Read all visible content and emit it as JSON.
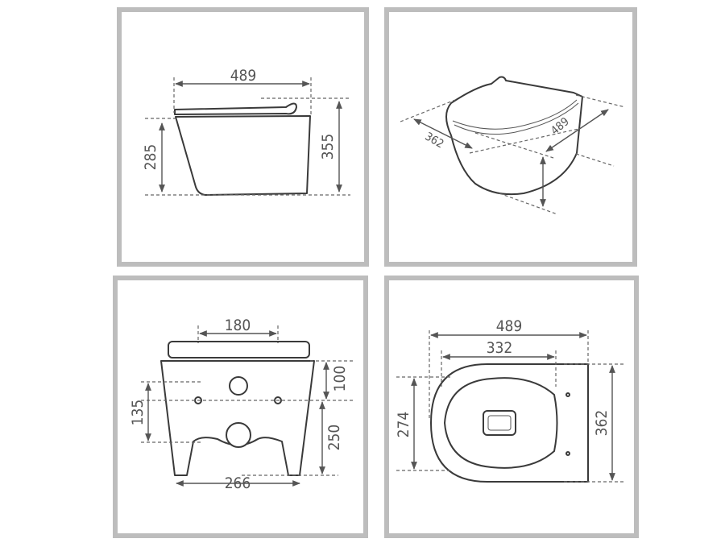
{
  "panels": {
    "side_view": {
      "width": "489",
      "seat_height": "285",
      "total_height": "355"
    },
    "iso_view": {
      "depth": "362",
      "length": "489"
    },
    "rear_view": {
      "fixing_spacing": "180",
      "top_offset": "100",
      "fixing_height": "135",
      "outlet_height": "250",
      "base_width": "266"
    },
    "top_view": {
      "length": "489",
      "bowl_length": "332",
      "bowl_width": "274",
      "width": "362"
    }
  },
  "colors": {
    "frame": "#bdbdbd",
    "line": "#3a3a3a",
    "dimension": "#555555"
  }
}
